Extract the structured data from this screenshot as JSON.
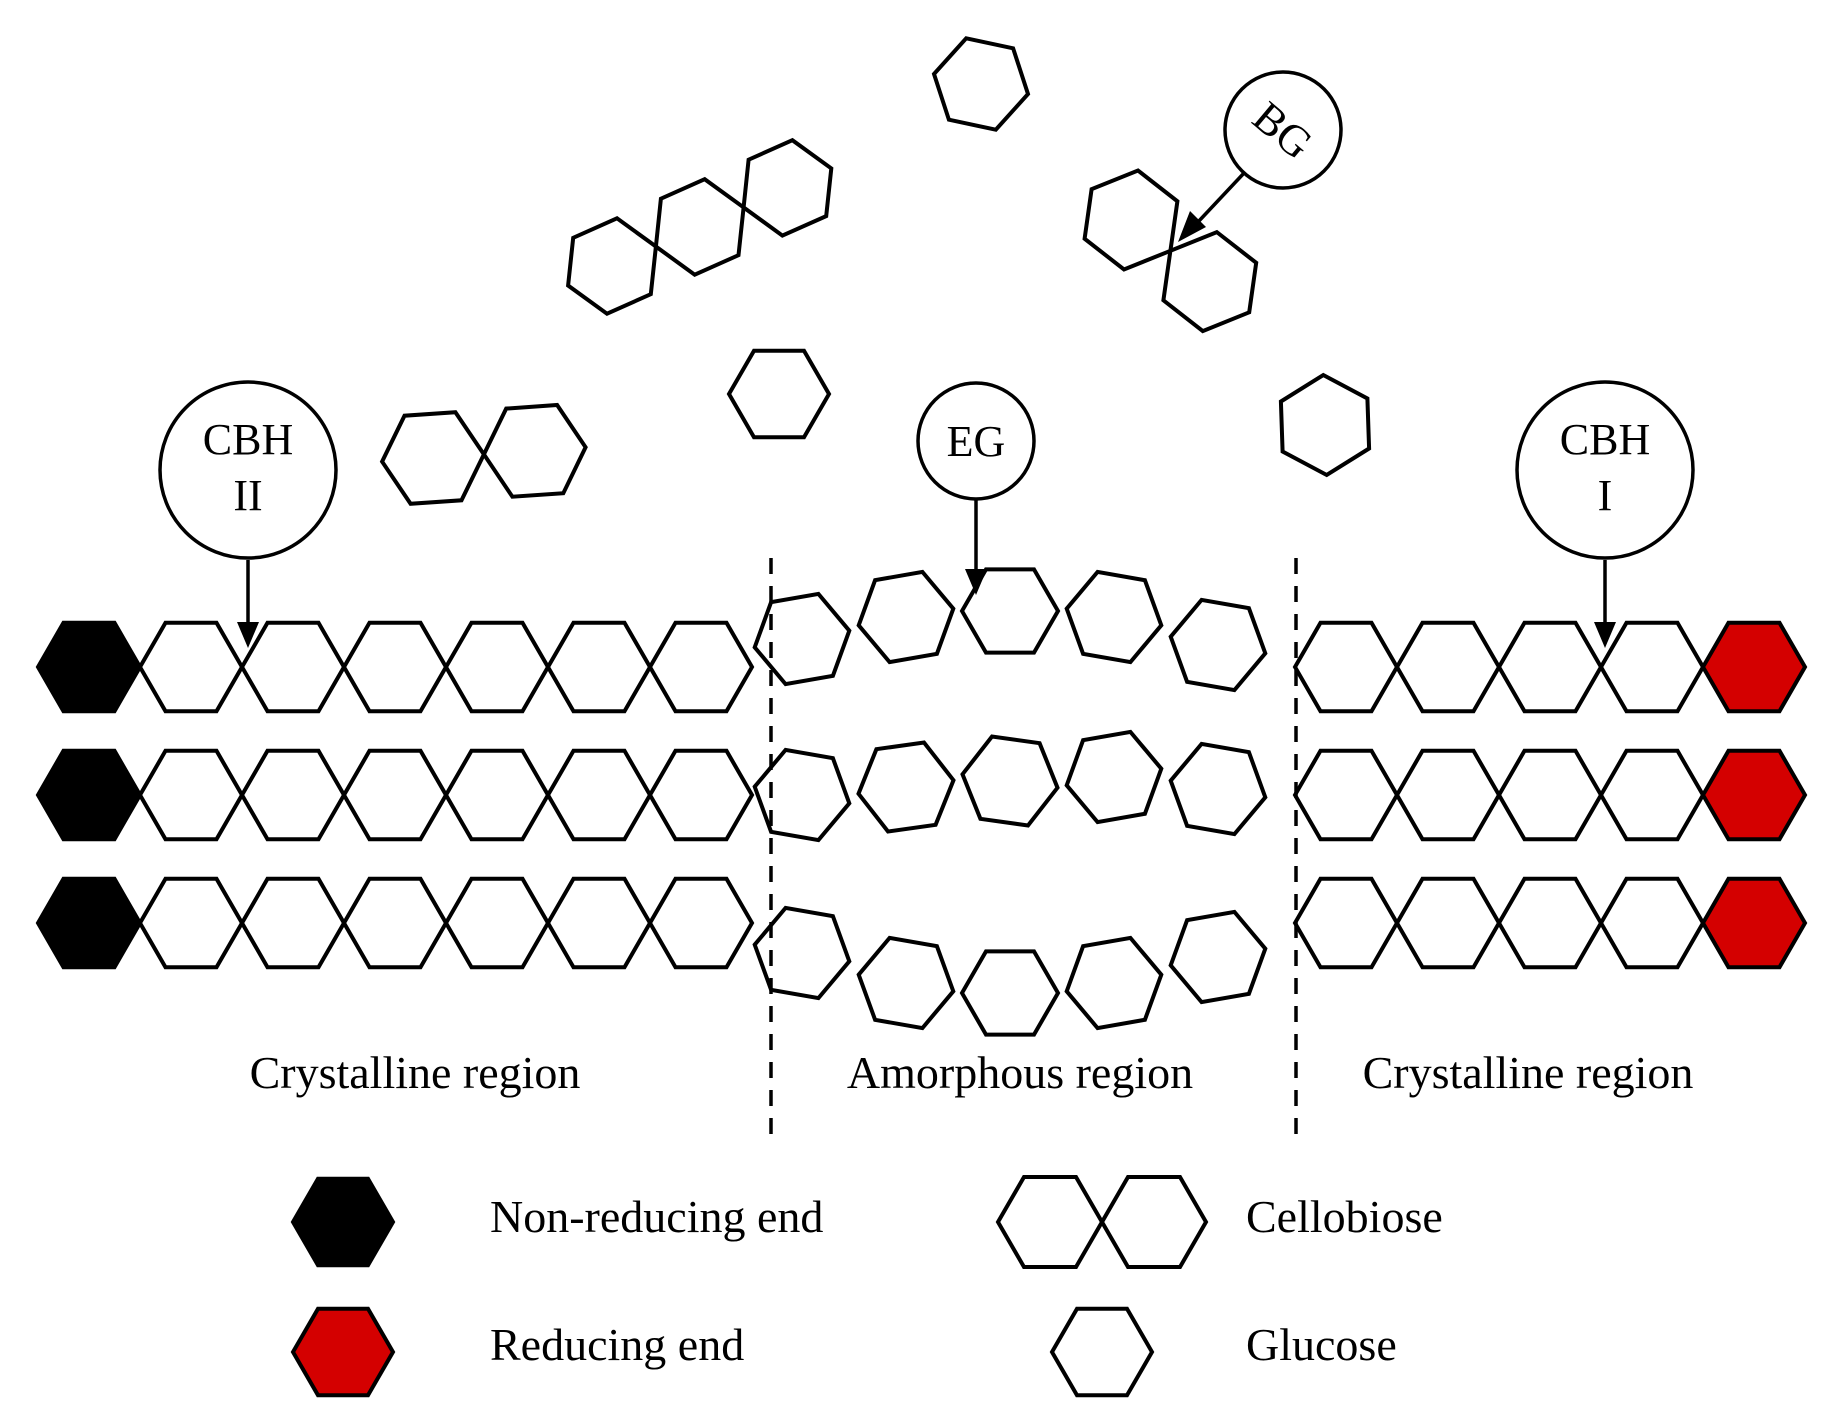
{
  "colors": {
    "non_reducing_end": "#000000",
    "reducing_end": "#d40000",
    "glucose": "#ffffff",
    "outline": "#000000"
  },
  "enzymes": {
    "cbh2": {
      "line1": "CBH",
      "line2": "II"
    },
    "eg": {
      "label": "EG"
    },
    "cbh1": {
      "line1": "CBH",
      "line2": "I"
    },
    "bg": {
      "label": "BG"
    }
  },
  "regions": {
    "left": "Crystalline region",
    "middle": "Amorphous region",
    "right": "Crystalline region"
  },
  "legend": {
    "non_reducing_end": "Non-reducing end",
    "reducing_end": "Reducing end",
    "cellobiose": "Cellobiose",
    "glucose": "Glucose"
  }
}
